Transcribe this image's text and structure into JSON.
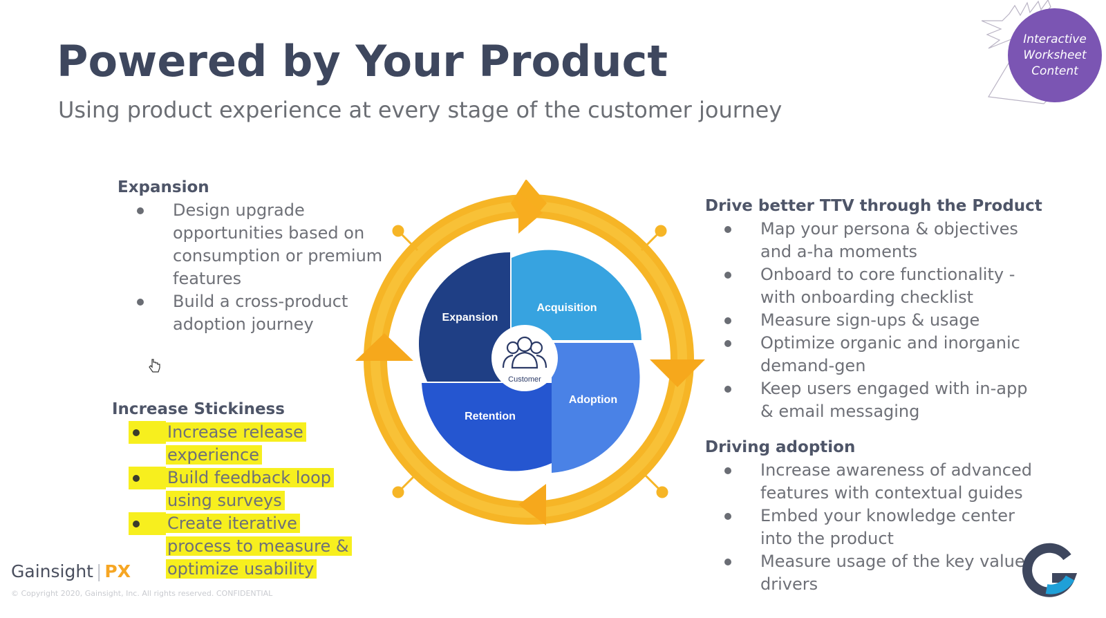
{
  "header": {
    "title": "Powered by Your Product",
    "subtitle": "Using product experience at every stage of the customer journey"
  },
  "badge": {
    "line1": "Interactive",
    "line2": "Worksheet",
    "line3": "Content"
  },
  "left": {
    "expansion": {
      "title": "Expansion",
      "items": [
        "Design upgrade opportunities based on consumption or premium features",
        "Build a cross-product adoption journey"
      ]
    },
    "stickiness": {
      "title": "Increase Stickiness",
      "items": [
        "Increase release experience",
        "Build feedback loop using surveys",
        "Create iterative process to measure & optimize usability"
      ]
    }
  },
  "right": {
    "ttv": {
      "title": "Drive better TTV through the Product",
      "items": [
        "Map your persona & objectives and a-ha moments",
        "Onboard to core functionality - with onboarding checklist",
        "Measure sign-ups & usage",
        "Optimize organic and inorganic demand-gen",
        "Keep users engaged with in-app & email messaging"
      ]
    },
    "adoption": {
      "title": "Driving adoption",
      "items": [
        "Increase awareness of advanced features with contextual guides",
        "Embed your knowledge center into the product",
        "Measure usage of the key value drivers"
      ]
    }
  },
  "diagram": {
    "center_label": "Customer",
    "segments": {
      "expansion": "Expansion",
      "acquisition": "Acquisition",
      "adoption": "Adoption",
      "retention": "Retention"
    },
    "colors": {
      "ring": "#f7b52b",
      "expansion": "#1f3f85",
      "acquisition": "#37a3e0",
      "adoption": "#4a82e6",
      "retention": "#2556d0"
    }
  },
  "footer": {
    "brand": "Gainsight",
    "brand_suffix": "PX",
    "separator": "|",
    "copyright": "© Copyright 2020, Gainsight, Inc. All rights reserved. CONFIDENTIAL"
  }
}
